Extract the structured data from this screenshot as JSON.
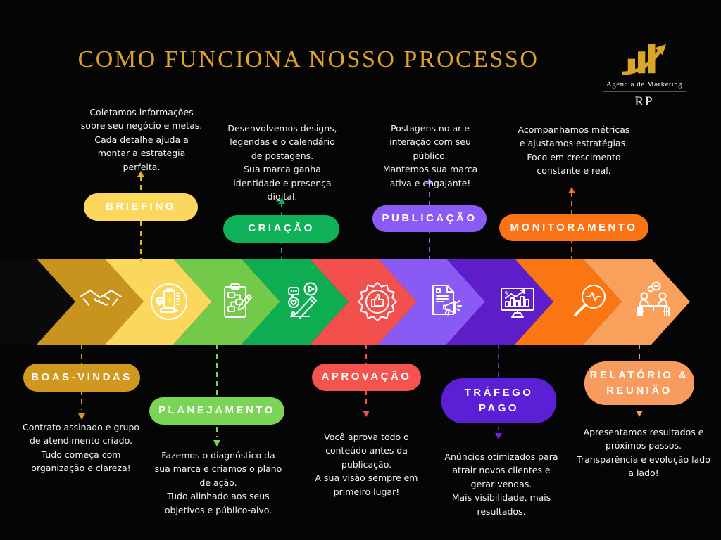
{
  "header": {
    "title": "COMO FUNCIONA NOSSO PROCESSO",
    "title_color": "#DFA32B"
  },
  "logo": {
    "name": "Agência de Marketing",
    "monogram": "RP",
    "icon": "growth-bars-arrow-icon",
    "accent_color": "#D9A62A"
  },
  "band": {
    "chevrons": [
      {
        "color": "#0A0A0A",
        "icon": null
      },
      {
        "color": "#C8941D",
        "icon": "handshake-icon"
      },
      {
        "color": "#FBD75E",
        "icon": "briefing-icon"
      },
      {
        "color": "#72C94A",
        "icon": "planning-clipboard-icon"
      },
      {
        "color": "#0FAD52",
        "icon": "content-creation-icon"
      },
      {
        "color": "#F3504D",
        "icon": "thumbs-up-badge-icon"
      },
      {
        "color": "#8A5BF4",
        "icon": "megaphone-document-icon"
      },
      {
        "color": "#5D1EC9",
        "icon": "ads-dashboard-icon"
      },
      {
        "color": "#F97612",
        "icon": "magnifier-metrics-icon"
      },
      {
        "color": "#F9A05C",
        "icon": "meeting-icon"
      }
    ]
  },
  "stages": [
    {
      "id": "boas-vindas",
      "label": "BOAS-VINDAS",
      "side": "bottom",
      "pill_color": "#D1981F",
      "line_color": "#D1981F",
      "description": "Contrato assinado e grupo de atendimento criado.\nTudo começa com organização e clareza!"
    },
    {
      "id": "briefing",
      "label": "BRIEFING",
      "side": "top",
      "pill_color": "#FBD75E",
      "line_color": "#E3B52C",
      "description": "Coletamos informações sobre seu negócio e metas.\nCada detalhe ajuda a montar a estratégia perfeita."
    },
    {
      "id": "planejamento",
      "label": "PLANEJAMENTO",
      "side": "bottom",
      "pill_color": "#7BD455",
      "line_color": "#7BD455",
      "description": "Fazemos o diagnóstico da sua marca e criamos o plano de ação.\nTudo alinhado aos seus objetivos e público-alvo."
    },
    {
      "id": "criacao",
      "label": "CRIAÇÃO",
      "side": "top",
      "pill_color": "#10B259",
      "line_color": "#10B259",
      "description": "Desenvolvemos designs, legendas e o calendário de postagens.\nSua marca ganha identidade e presença digital."
    },
    {
      "id": "aprovacao",
      "label": "APROVAÇÃO",
      "side": "bottom",
      "pill_color": "#F4544F",
      "line_color": "#F4544F",
      "description": "Você aprova todo o conteúdo antes da publicação.\nA sua visão sempre em primeiro lugar!"
    },
    {
      "id": "publicacao",
      "label": "PUBLICAÇÃO",
      "side": "top",
      "pill_color": "#8A5CF5",
      "line_color": "#8B5CF6",
      "description": "Postagens no ar e interação com seu público.\nMantemos sua marca ativa e engajante!"
    },
    {
      "id": "trafego-pago",
      "label": "TRÁFEGO PAGO",
      "side": "bottom",
      "pill_color": "#5B1FD6",
      "line_color": "#6323E0",
      "description": "Anúncios otimizados para atrair novos clientes e gerar vendas.\nMais visibilidade, mais resultados."
    },
    {
      "id": "monitoramento",
      "label": "MONITORAMENTO",
      "side": "top",
      "pill_color": "#F97316",
      "line_color": "#F97316",
      "description": "Acompanhamos métricas e ajustamos estratégias.\nFoco em crescimento constante e real."
    },
    {
      "id": "relatorio-reuniao",
      "label": "RELATÓRIO & REUNIÃO",
      "side": "bottom",
      "pill_color": "#F89B5F",
      "line_color": "#F89B5F",
      "description": "Apresentamos resultados e próximos passos.\nTransparência e evolução lado a lado!"
    }
  ]
}
